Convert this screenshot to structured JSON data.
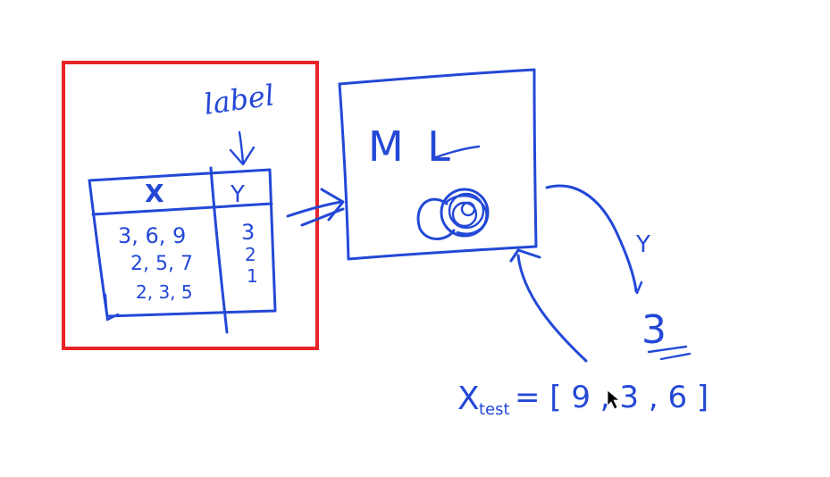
{
  "colors": {
    "ink": "#2348d6",
    "highlight_box": "#e8242a",
    "background": "#ffffff"
  },
  "training_table": {
    "label_annotation": "label",
    "header_features": "X",
    "header_target": "Y",
    "rows": [
      {
        "features": "3, 6, 9",
        "target": "3"
      },
      {
        "features": "2, 5, 7",
        "target": "2"
      },
      {
        "features": "2, 3, 5",
        "target": "1"
      }
    ]
  },
  "model_box": {
    "title": "M L"
  },
  "prediction": {
    "output_label": "Y",
    "value": "3"
  },
  "test_input": {
    "x": "X",
    "subscript": "test",
    "expression": "= [ 9 , 3 , 6 ]"
  }
}
